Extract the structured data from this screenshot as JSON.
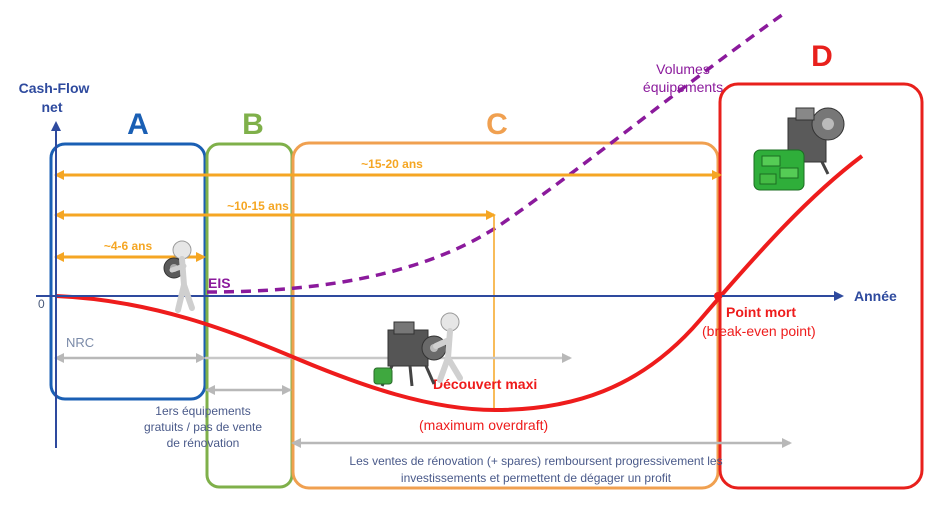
{
  "axes": {
    "y_label_line1": "Cash-Flow",
    "y_label_line2": "net",
    "x_label": "Année",
    "origin": "0"
  },
  "phases": {
    "a": "A",
    "b": "B",
    "c": "C",
    "d": "D"
  },
  "durations": {
    "long": "~15-20 ans",
    "medium": "~10-15 ans",
    "short": "~4-6 ans"
  },
  "markers": {
    "eis": "EIS",
    "volumes_line1": "Volumes",
    "volumes_line2": "équipements",
    "nrc": "NRC",
    "max_overdraft_fr": "Découvert maxi",
    "max_overdraft_en": "(maximum overdraft)",
    "break_even_fr": "Point mort",
    "break_even_en": "(break-even point)"
  },
  "notes": {
    "free_equipment_line1": "1ers équipements",
    "free_equipment_line2": "gratuits / pas de vente",
    "free_equipment_line3": "de rénovation",
    "renovation_line1": "Les ventes de rénovation (+ spares) remboursent progressivement les",
    "renovation_line2": "investissements et permettent de dégager un profit"
  },
  "colors": {
    "axis": "#2e4a9e",
    "phase_a": "#1a5fb4",
    "phase_b": "#7fb04a",
    "phase_c": "#f0a050",
    "phase_d": "#e8201c",
    "duration_arrow": "#f5a623",
    "volumes": "#8b1a9c",
    "cashflow": "#ee1c1c",
    "grey_arrow": "#b8b8b8"
  },
  "icons": {
    "figure_carrying": "figure-carrying-gear-icon",
    "figure_pushing": "figure-pushing-machine-icon",
    "machine_money": "machine-with-money-icon"
  }
}
